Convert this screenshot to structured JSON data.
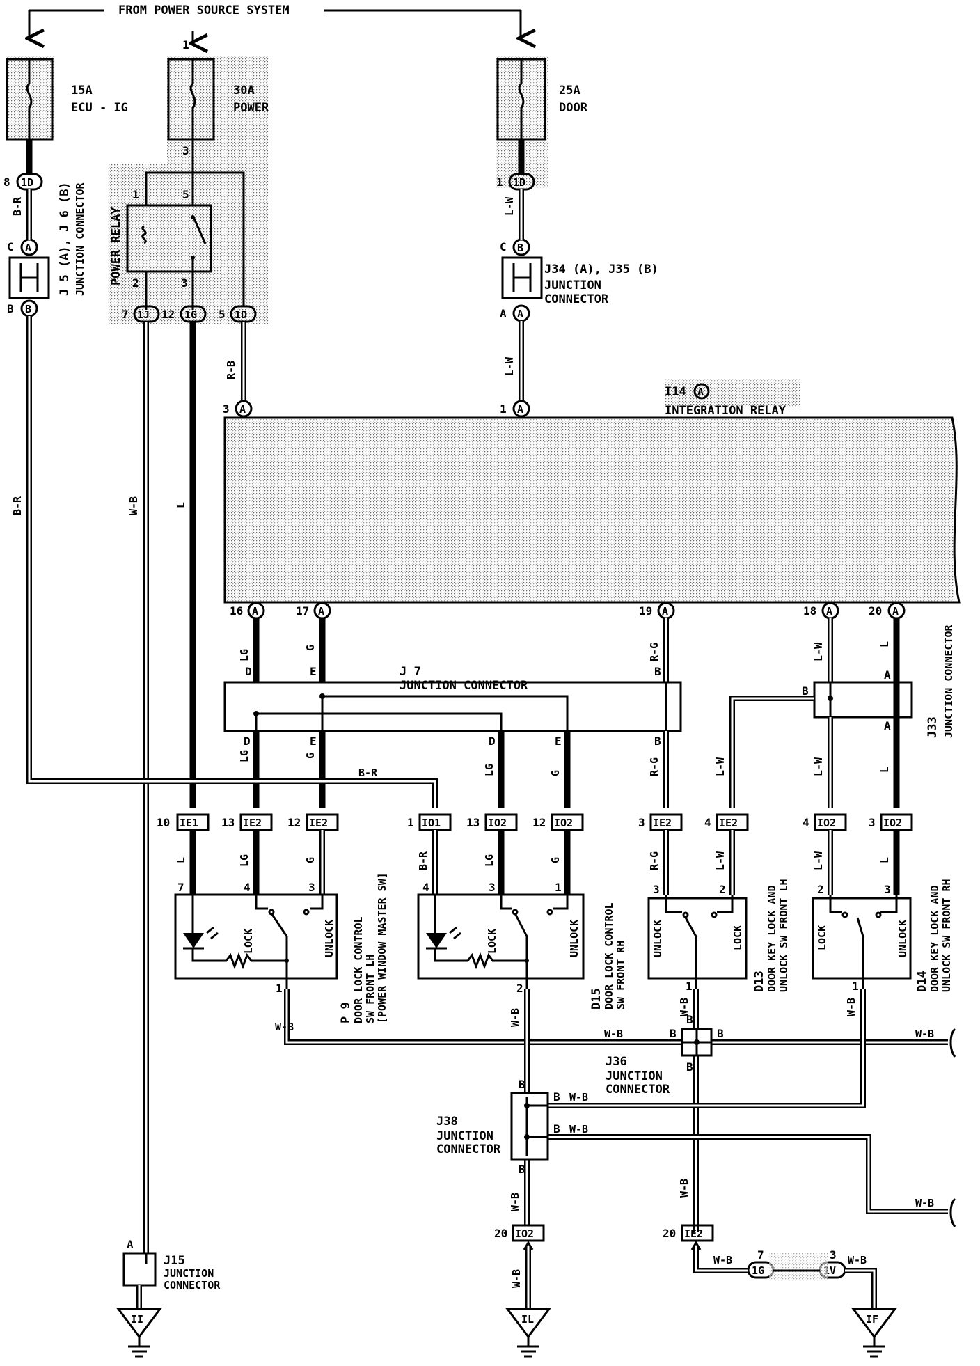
{
  "top_label": "FROM POWER SOURCE SYSTEM",
  "fuses": [
    {
      "id": "ecu_ig",
      "amp": "15A",
      "name": "ECU - IG"
    },
    {
      "id": "power",
      "amp": "30A",
      "name": "POWER"
    },
    {
      "id": "door",
      "amp": "25A",
      "name": "DOOR"
    }
  ],
  "power_relay": {
    "label": "POWER RELAY",
    "pins": [
      "1",
      "5",
      "2",
      "3"
    ]
  },
  "connectors": {
    "j5j6": {
      "label": "J 5 (A), J 6 (B)",
      "desc": "JUNCTION CONNECTOR",
      "pins": [
        "C",
        "B"
      ],
      "tags": [
        "A",
        "B"
      ]
    },
    "j34j35": {
      "label": "J34 (A), J35 (B)",
      "desc1": "JUNCTION",
      "desc2": "CONNECTOR",
      "pins": [
        "C",
        "A"
      ],
      "tags": [
        "B",
        "A"
      ]
    },
    "j7": {
      "label": "J 7",
      "desc": "JUNCTION CONNECTOR",
      "pins_top": [
        "D",
        "E",
        "B"
      ],
      "pins_bottom": [
        "D",
        "E",
        "D",
        "E",
        "B"
      ]
    },
    "j33": {
      "label": "J33",
      "desc": "JUNCTION CONNECTOR",
      "pins": [
        "A",
        "B",
        "A"
      ]
    },
    "j36": {
      "label": "J36",
      "desc1": "JUNCTION",
      "desc2": "CONNECTOR",
      "pins": [
        "B",
        "B",
        "B",
        "B"
      ]
    },
    "j38": {
      "label": "J38",
      "desc1": "JUNCTION",
      "desc2": "CONNECTOR",
      "pins": [
        "B",
        "B",
        "B",
        "B"
      ]
    },
    "j15": {
      "label": "J15",
      "desc1": "JUNCTION",
      "desc2": "CONNECTOR",
      "pin": "A"
    }
  },
  "top_conns": [
    {
      "pin": "8",
      "tag": "1D"
    },
    {
      "pin": "1",
      "tag": "1D"
    },
    {
      "pin": "7",
      "tag": "1J"
    },
    {
      "pin": "12",
      "tag": "1G"
    },
    {
      "pin": "5",
      "tag": "1D"
    }
  ],
  "integration_relay": {
    "id": "I14",
    "tag": "A",
    "name": "INTEGRATION RELAY",
    "pins_top": [
      "3",
      "1"
    ],
    "pins_bottom": [
      "16",
      "17",
      "19",
      "18",
      "20"
    ]
  },
  "wires": {
    "br": "B-R",
    "wb": "W-B",
    "rb": "R-B",
    "lw": "L-W",
    "l": "L",
    "lg": "LG",
    "g": "G",
    "rg": "R-G"
  },
  "mid_conns": [
    {
      "pin": "10",
      "tag": "IE1"
    },
    {
      "pin": "13",
      "tag": "IE2"
    },
    {
      "pin": "12",
      "tag": "IE2"
    },
    {
      "pin": "1",
      "tag": "IO1"
    },
    {
      "pin": "13",
      "tag": "IO2"
    },
    {
      "pin": "12",
      "tag": "IO2"
    },
    {
      "pin": "3",
      "tag": "IE2"
    },
    {
      "pin": "4",
      "tag": "IE2"
    },
    {
      "pin": "4",
      "tag": "IO2"
    },
    {
      "pin": "3",
      "tag": "IO2"
    }
  ],
  "switches": {
    "p9": {
      "id": "P 9",
      "l1": "DOOR LOCK CONTROL",
      "l2": "SW FRONT LH",
      "l3": "[POWER WINDOW MASTER SW]",
      "pins": [
        "7",
        "4",
        "3",
        "1"
      ]
    },
    "d15": {
      "id": "D15",
      "l1": "DOOR LOCK CONTROL",
      "l2": "SW FRONT RH",
      "pins": [
        "4",
        "3",
        "1",
        "2"
      ]
    },
    "d13": {
      "id": "D13",
      "l1": "DOOR KEY LOCK AND",
      "l2": "UNLOCK SW FRONT LH",
      "pins": [
        "3",
        "2",
        "1"
      ]
    },
    "d14": {
      "id": "D14",
      "l1": "DOOR KEY LOCK AND",
      "l2": "UNLOCK SW FRONT RH",
      "pins": [
        "2",
        "3",
        "1"
      ]
    },
    "lock": "LOCK",
    "unlock": "UNLOCK"
  },
  "bottom_conns": [
    {
      "pin": "20",
      "tag": "IO2"
    },
    {
      "pin": "20",
      "tag": "IE2"
    },
    {
      "pin": "7",
      "tag": "1G"
    },
    {
      "pin": "3",
      "tag": "1V"
    }
  ],
  "grounds": [
    "II",
    "IL",
    "IF"
  ]
}
